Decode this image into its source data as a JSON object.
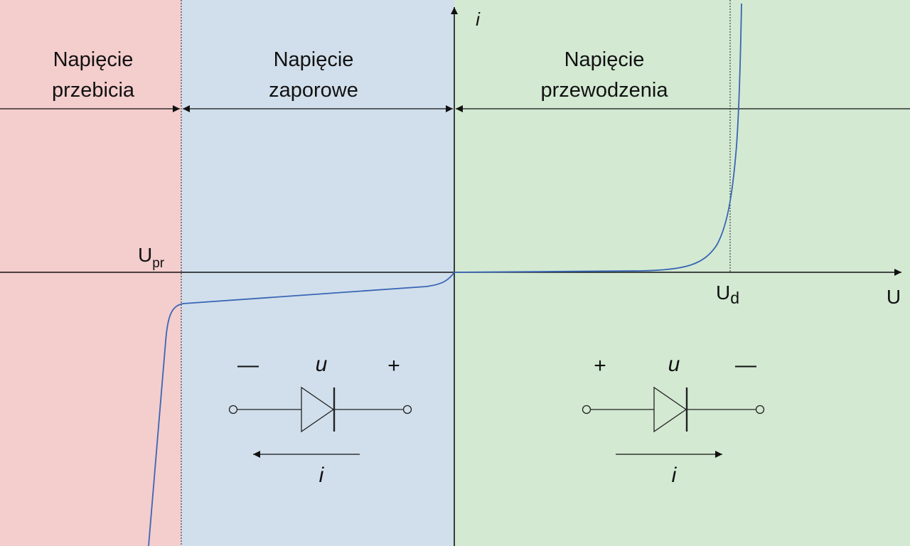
{
  "colors": {
    "breakdown": "#f4cdcd",
    "reverse": "#d1dfec",
    "forward": "#d3e9d2",
    "curve": "#3a66b4",
    "axis": "#111111"
  },
  "regions": {
    "breakdown": {
      "line1": "Napięcie",
      "line2": "przebicia"
    },
    "reverse": {
      "line1": "Napięcie",
      "line2": "zaporowe"
    },
    "forward": {
      "line1": "Napięcie",
      "line2": "przewodzenia"
    }
  },
  "axes": {
    "y_label": "i",
    "x_label": "U",
    "breakdown_marker": {
      "main": "U",
      "sub": "pr"
    },
    "threshold_marker": {
      "main": "U",
      "sub": "d"
    }
  },
  "reverse_diode": {
    "left_sign": "—",
    "voltage": "u",
    "right_sign": "+",
    "current": "i"
  },
  "forward_diode": {
    "left_sign": "+",
    "voltage": "u",
    "right_sign": "—",
    "current": "i"
  }
}
